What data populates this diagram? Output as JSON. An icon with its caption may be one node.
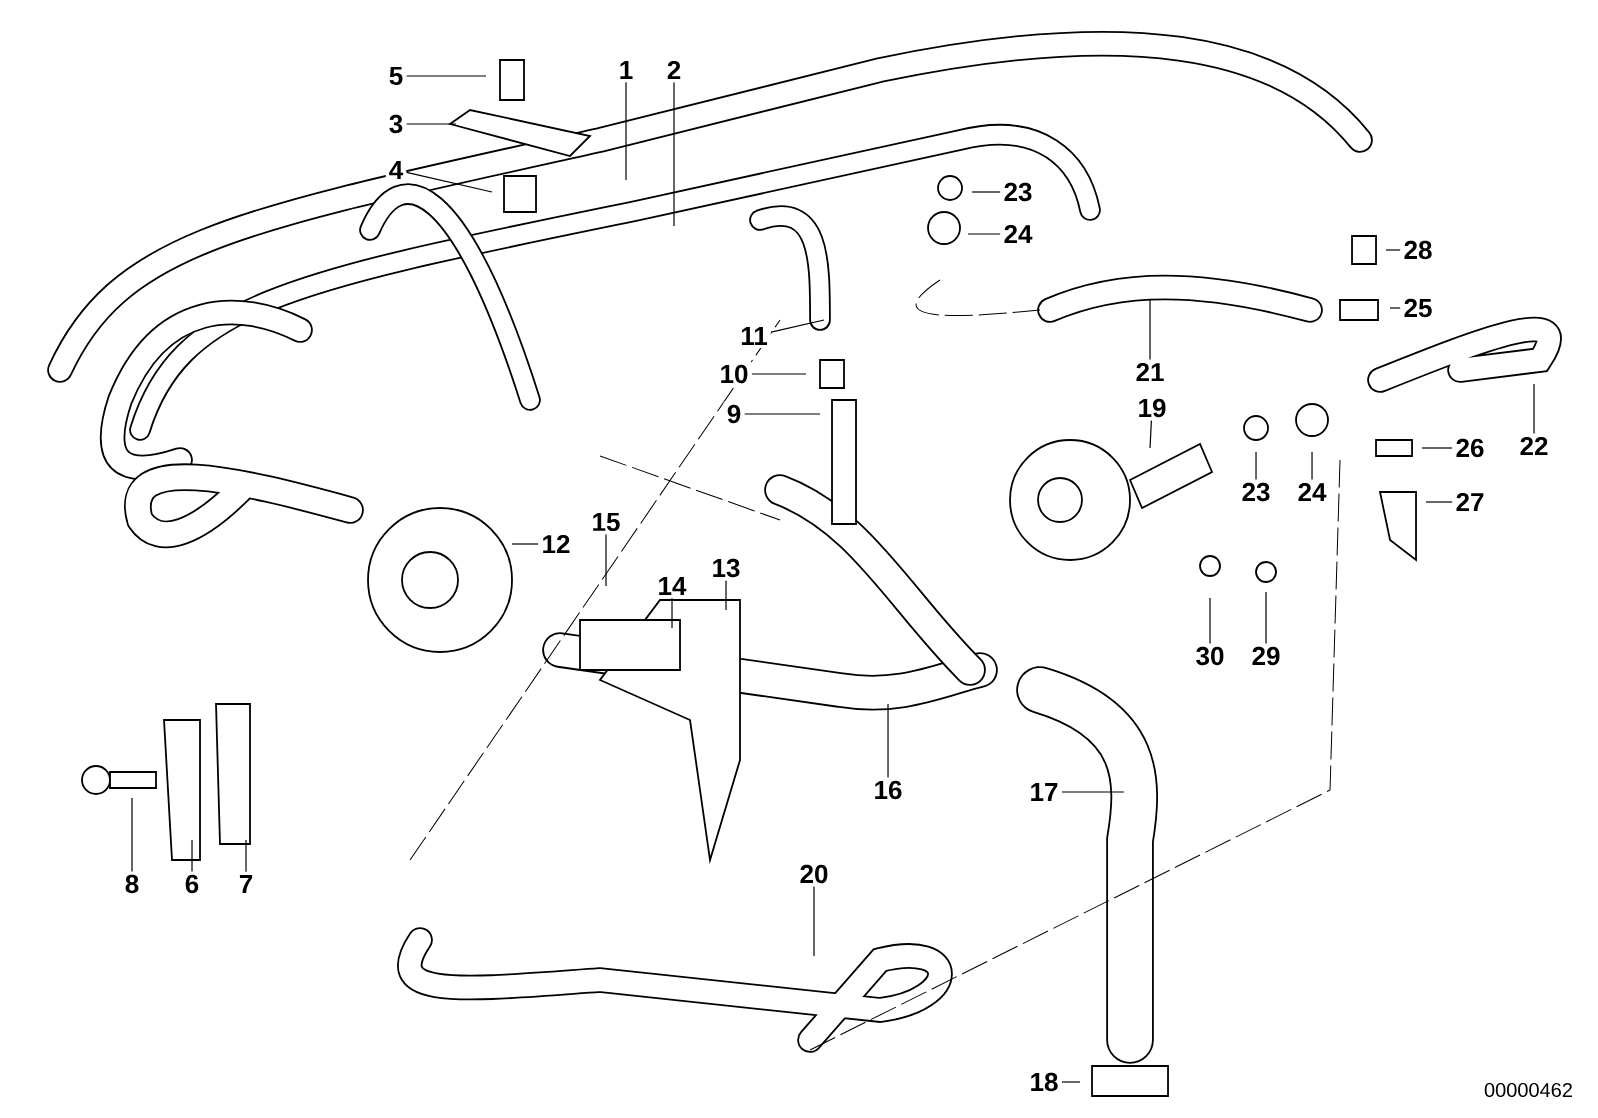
{
  "diagram": {
    "nodes": [
      {
        "text": [
          "1"
        ]
      },
      {
        "text": [
          "2"
        ]
      },
      {
        "text": [
          "5"
        ]
      },
      {
        "text": [
          "3"
        ]
      },
      {
        "text": [
          "4"
        ]
      },
      {
        "text": [
          "23"
        ]
      },
      {
        "text": [
          "24"
        ]
      },
      {
        "text": [
          "28"
        ]
      },
      {
        "text": [
          "25"
        ]
      },
      {
        "text": [
          "11"
        ]
      },
      {
        "text": [
          "10"
        ]
      },
      {
        "text": [
          "21"
        ]
      },
      {
        "text": [
          "22"
        ]
      },
      {
        "text": [
          "9"
        ]
      },
      {
        "text": [
          "19"
        ]
      },
      {
        "text": [
          "23"
        ]
      },
      {
        "text": [
          "24"
        ]
      },
      {
        "text": [
          "26"
        ]
      },
      {
        "text": [
          "27"
        ]
      },
      {
        "text": [
          "12"
        ]
      },
      {
        "text": [
          "15"
        ]
      },
      {
        "text": [
          "14"
        ]
      },
      {
        "text": [
          "13"
        ]
      },
      {
        "text": [
          "30"
        ]
      },
      {
        "text": [
          "29"
        ]
      },
      {
        "text": [
          "16"
        ]
      },
      {
        "text": [
          "17"
        ]
      },
      {
        "text": [
          "20"
        ]
      },
      {
        "text": [
          "8"
        ]
      },
      {
        "text": [
          "6"
        ]
      },
      {
        "text": [
          "7"
        ]
      },
      {
        "text": [
          "18"
        ]
      }
    ],
    "edges": [
      {
        "from": 0,
        "to": null,
        "arrow": "none"
      },
      {
        "from": 1,
        "to": null,
        "arrow": "none"
      },
      {
        "from": 2,
        "to": null,
        "arrow": "none"
      },
      {
        "from": 3,
        "to": null,
        "arrow": "none"
      },
      {
        "from": 4,
        "to": null,
        "arrow": "none"
      },
      {
        "from": 5,
        "to": null,
        "arrow": "none"
      },
      {
        "from": 6,
        "to": null,
        "arrow": "none"
      },
      {
        "from": 7,
        "to": null,
        "arrow": "none"
      },
      {
        "from": 8,
        "to": null,
        "arrow": "none"
      },
      {
        "from": 9,
        "to": null,
        "arrow": "none"
      },
      {
        "from": 10,
        "to": null,
        "arrow": "none"
      },
      {
        "from": 11,
        "to": null,
        "arrow": "none"
      },
      {
        "from": 12,
        "to": null,
        "arrow": "none"
      },
      {
        "from": 13,
        "to": null,
        "arrow": "none"
      },
      {
        "from": 14,
        "to": null,
        "arrow": "none"
      },
      {
        "from": 15,
        "to": null,
        "arrow": "none"
      },
      {
        "from": 16,
        "to": null,
        "arrow": "none"
      },
      {
        "from": 17,
        "to": null,
        "arrow": "none"
      },
      {
        "from": 18,
        "to": null,
        "arrow": "none"
      },
      {
        "from": 19,
        "to": null,
        "arrow": "none"
      },
      {
        "from": 20,
        "to": null,
        "arrow": "none"
      },
      {
        "from": 21,
        "to": null,
        "arrow": "none"
      },
      {
        "from": 22,
        "to": null,
        "arrow": "none"
      },
      {
        "from": 23,
        "to": null,
        "arrow": "none"
      },
      {
        "from": 24,
        "to": null,
        "arrow": "none"
      },
      {
        "from": 25,
        "to": null,
        "arrow": "none"
      },
      {
        "from": 26,
        "to": null,
        "arrow": "none"
      },
      {
        "from": 27,
        "to": null,
        "arrow": "none"
      },
      {
        "from": 28,
        "to": null,
        "arrow": "none"
      },
      {
        "from": 29,
        "to": null,
        "arrow": "none"
      },
      {
        "from": 30,
        "to": null,
        "arrow": "none"
      },
      {
        "from": 31,
        "to": null,
        "arrow": "none"
      }
    ],
    "labels": [
      "00000462"
    ]
  }
}
